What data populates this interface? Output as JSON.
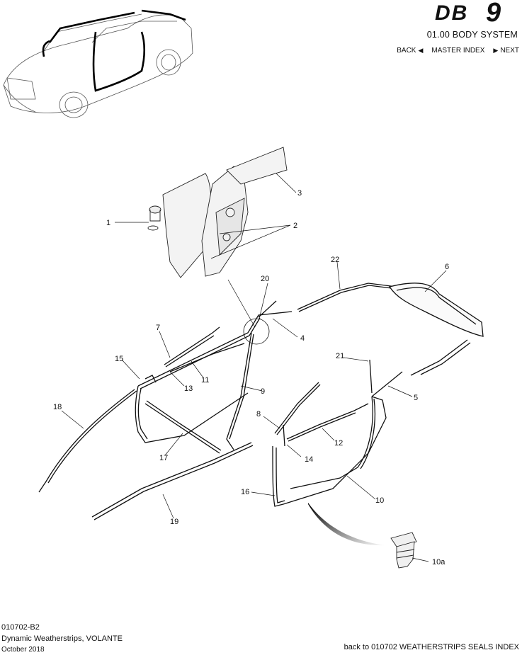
{
  "header": {
    "logo_text": "DB9",
    "system": "01.00 BODY SYSTEM",
    "nav": {
      "back": "BACK",
      "master": "MASTER INDEX",
      "next": "NEXT"
    }
  },
  "callouts": [
    {
      "label": "1"
    },
    {
      "label": "2"
    },
    {
      "label": "3"
    },
    {
      "label": "4"
    },
    {
      "label": "5"
    },
    {
      "label": "6"
    },
    {
      "label": "7"
    },
    {
      "label": "8"
    },
    {
      "label": "9"
    },
    {
      "label": "10"
    },
    {
      "label": "10a"
    },
    {
      "label": "11"
    },
    {
      "label": "12"
    },
    {
      "label": "13"
    },
    {
      "label": "14"
    },
    {
      "label": "15"
    },
    {
      "label": "16"
    },
    {
      "label": "17"
    },
    {
      "label": "18"
    },
    {
      "label": "19"
    },
    {
      "label": "20"
    },
    {
      "label": "21"
    },
    {
      "label": "22"
    }
  ],
  "footer": {
    "code": "010702-B2",
    "title": "Dynamic Weatherstrips, VOLANTE",
    "date": "October 2018",
    "back_link": "back to 010702 WEATHERSTRIPS SEALS INDEX"
  }
}
